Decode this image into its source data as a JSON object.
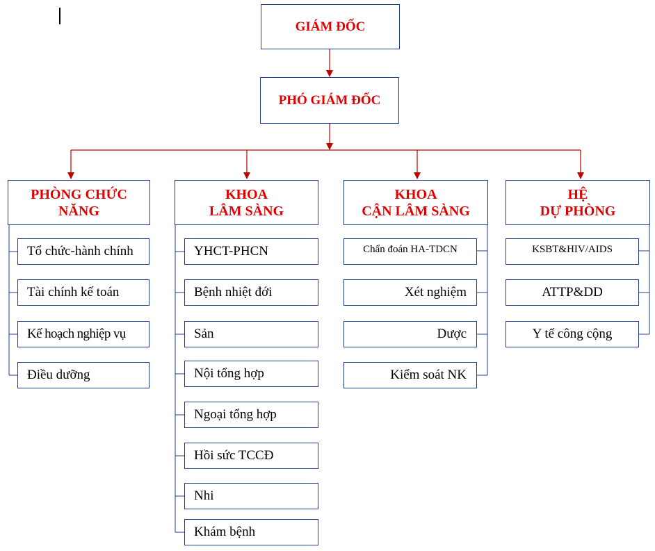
{
  "top": {
    "director": "GIÁM ĐỐC",
    "deputy": "PHÓ GIÁM ĐỐC"
  },
  "groups": [
    {
      "title_line1": "PHÒNG CHỨC",
      "title_line2": "NĂNG",
      "items": [
        "Tổ chức-hành chính",
        "Tài chính kế toán",
        "Kế hoạch nghiệp vụ",
        "Điều dưỡng"
      ]
    },
    {
      "title_line1": "KHOA",
      "title_line2": "LÂM SÀNG",
      "items": [
        "YHCT-PHCN",
        "Bệnh nhiệt đới",
        "Sản",
        "Nội tổng hợp",
        "Ngoại tổng hợp",
        "Hồi sức TCCĐ",
        "Nhi",
        "Khám bệnh"
      ]
    },
    {
      "title_line1": "KHOA",
      "title_line2": "CẬN LÂM SÀNG",
      "items": [
        "Chẩn đoán HA-TDCN",
        "Xét nghiệm",
        "Dược",
        "Kiểm soát NK"
      ]
    },
    {
      "title_line1": "HỆ",
      "title_line2": "DỰ PHÒNG",
      "items": [
        "KSBT&HIV/AIDS",
        "ATTP&DD",
        "Y tế công cộng"
      ]
    }
  ],
  "colors": {
    "heading_text": "#e00000",
    "box_border": "#1f3c8c",
    "arrow_line": "#c00000"
  }
}
